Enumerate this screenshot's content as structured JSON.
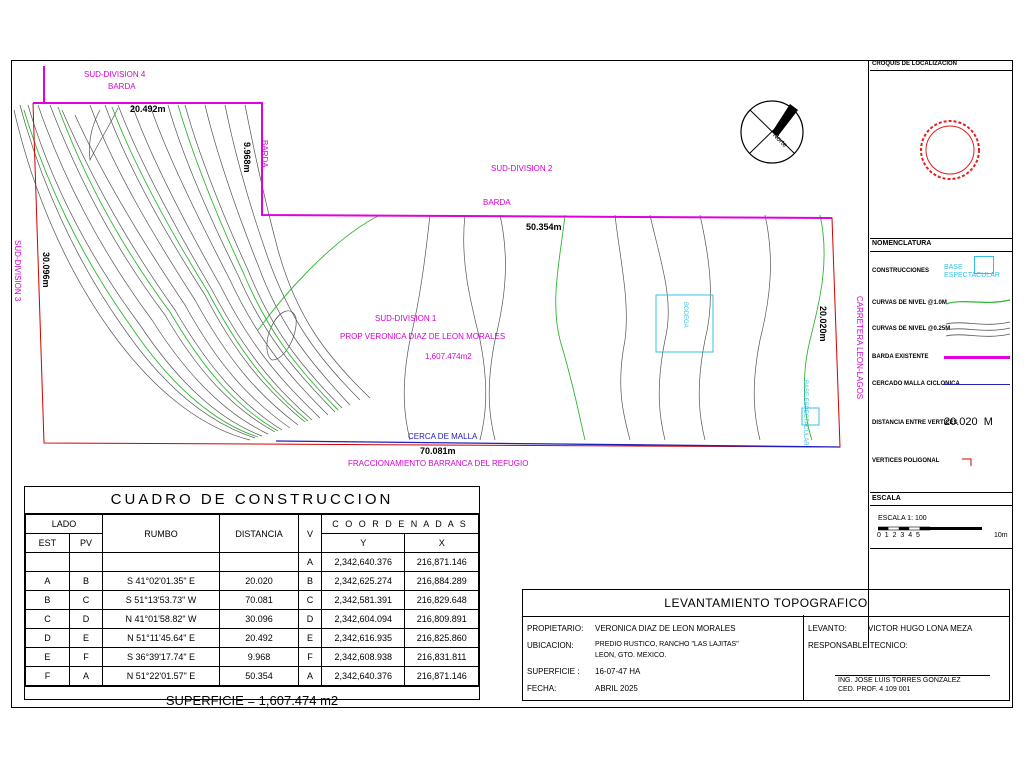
{
  "plan": {
    "labels": {
      "subdiv4": "SUD-DIVISION 4",
      "barda_top": "BARDA",
      "barda_right": "BARDA",
      "subdiv2": "SUD-DIVISION 2",
      "barda_mid": "BARDA",
      "subdiv1": "SUD-DIVISION 1",
      "owner": "PROP VERONICA DIAZ DE LEON MORALES",
      "area": "1,607.474m2",
      "cerca": "CERCA DE MALLA",
      "fraccionamiento": "FRACCIONAMIENTO BARRANCA DEL REFUGIO",
      "carretera": "CARRETERA LEON-LAGOS",
      "subdiv3": "SUD-DIVISION 3",
      "bodega": "BODEGA",
      "base_esp": "BASE ESPECTACULAR",
      "north": "Norte"
    },
    "dimensions": {
      "top": "20.492m",
      "vertical": "9.968m",
      "mid": "50.354m",
      "left": "30.096m",
      "right": "20.020m",
      "bottom": "70.081m"
    }
  },
  "side_panel": {
    "croquis_title": "CROQUIS DE LOCALIZACION",
    "nomenclatura_title": "NOMENCLATURA",
    "legend": [
      {
        "label": "CONSTRUCCIONES",
        "sample": "BASE ESPECTACULAR"
      },
      {
        "label": "CURVAS DE NIVEL @1.0M"
      },
      {
        "label": "CURVAS DE NIVEL @0.25M"
      },
      {
        "label": "BARDA EXISTENTE"
      },
      {
        "label": "CERCADO MALLA CICLONICA"
      },
      {
        "label": "DISTANCIA ENTRE VERTICES",
        "sample": "20.020  M"
      },
      {
        "label": "VERTICES POLIGONAL"
      }
    ],
    "escala_title": "ESCALA",
    "escala_text": "ESCALA  1: 100",
    "scale_ticks": [
      "0",
      "1",
      "2",
      "3",
      "4",
      "5",
      "10m"
    ]
  },
  "cuadro": {
    "title": "CUADRO  DE  CONSTRUCCION",
    "headers": {
      "lado": "LADO",
      "est": "EST",
      "pv": "PV",
      "rumbo": "RUMBO",
      "distancia": "DISTANCIA",
      "v": "V",
      "coordenadas": "C O O R D E N A D A S",
      "y": "Y",
      "x": "X"
    },
    "first_row": {
      "v": "A",
      "y": "2,342,640.376",
      "x": "216,871.146"
    },
    "rows": [
      {
        "est": "A",
        "pv": "B",
        "rumbo": "S  41°02'01.35\"  E",
        "distancia": "20.020",
        "v": "B",
        "y": "2,342,625.274",
        "x": "216,884.289"
      },
      {
        "est": "B",
        "pv": "C",
        "rumbo": "S  51°13'53.73\"  W",
        "distancia": "70.081",
        "v": "C",
        "y": "2,342,581.391",
        "x": "216,829.648"
      },
      {
        "est": "C",
        "pv": "D",
        "rumbo": "N  41°01'58.82\"  W",
        "distancia": "30.096",
        "v": "D",
        "y": "2,342,604.094",
        "x": "216,809.891"
      },
      {
        "est": "D",
        "pv": "E",
        "rumbo": "N  51°11'45.64\"  E",
        "distancia": "20.492",
        "v": "E",
        "y": "2,342,616.935",
        "x": "216,825.860"
      },
      {
        "est": "E",
        "pv": "F",
        "rumbo": "S  36°39'17.74\"  E",
        "distancia": "9.968",
        "v": "F",
        "y": "2,342,608.938",
        "x": "216,831.811"
      },
      {
        "est": "F",
        "pv": "A",
        "rumbo": "N  51°22'01.57\"  E",
        "distancia": "50.354",
        "v": "A",
        "y": "2,342,640.376",
        "x": "216,871.146"
      }
    ],
    "superficie": "SUPERFICIE  =  1,607.474  m2"
  },
  "title_block": {
    "title": "LEVANTAMIENTO TOPOGRAFICO",
    "propietario_label": "PROPIETARIO:",
    "propietario": "VERONICA  DIAZ  DE  LEON MORALES",
    "ubicacion_label": "UBICACION:",
    "ubicacion_1": "PREDIO RUSTICO, RANCHO \"LAS LAJITAS\"",
    "ubicacion_2": "LEON, GTO. MEXICO.",
    "superficie_label": "SUPERFICIE :",
    "superficie": "16-07-47 HA",
    "fecha_label": "FECHA:",
    "fecha": "ABRIL 2025",
    "levanto_label": "LEVANTO:",
    "levanto": "VICTOR HUGO LONA MEZA",
    "responsable_label": "RESPONSABLE TECNICO:",
    "ing": "ING. JOSE LUIS TORRES GONZALEZ",
    "cedula": "CED. PROF. 4 109 001"
  }
}
